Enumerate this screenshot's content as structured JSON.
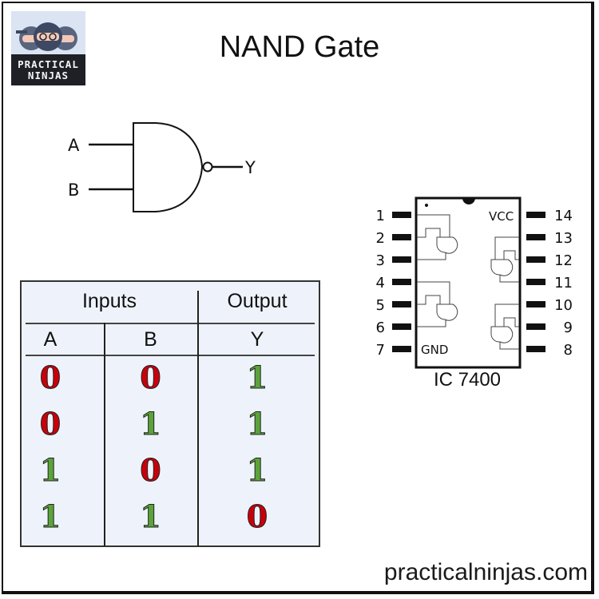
{
  "title": "NAND Gate",
  "logo": {
    "line1": "PRACTICAL",
    "line2": "NINJAS"
  },
  "gate_symbol": {
    "input_a": "A",
    "input_b": "B",
    "output": "Y"
  },
  "truth_table": {
    "group_headers": [
      "Inputs",
      "Output"
    ],
    "columns": [
      "A",
      "B",
      "Y"
    ],
    "rows": [
      [
        "0",
        "0",
        "1"
      ],
      [
        "0",
        "1",
        "1"
      ],
      [
        "1",
        "0",
        "1"
      ],
      [
        "1",
        "1",
        "0"
      ]
    ],
    "colors": {
      "zero": "#c8000b",
      "one": "#5ba33a"
    }
  },
  "ic": {
    "name": "IC 7400",
    "vcc_label": "VCC",
    "gnd_label": "GND",
    "left_pins": [
      "1",
      "2",
      "3",
      "4",
      "5",
      "6",
      "7"
    ],
    "right_pins": [
      "14",
      "13",
      "12",
      "11",
      "10",
      "9",
      "8"
    ]
  },
  "footer": "practicalninjas.com"
}
